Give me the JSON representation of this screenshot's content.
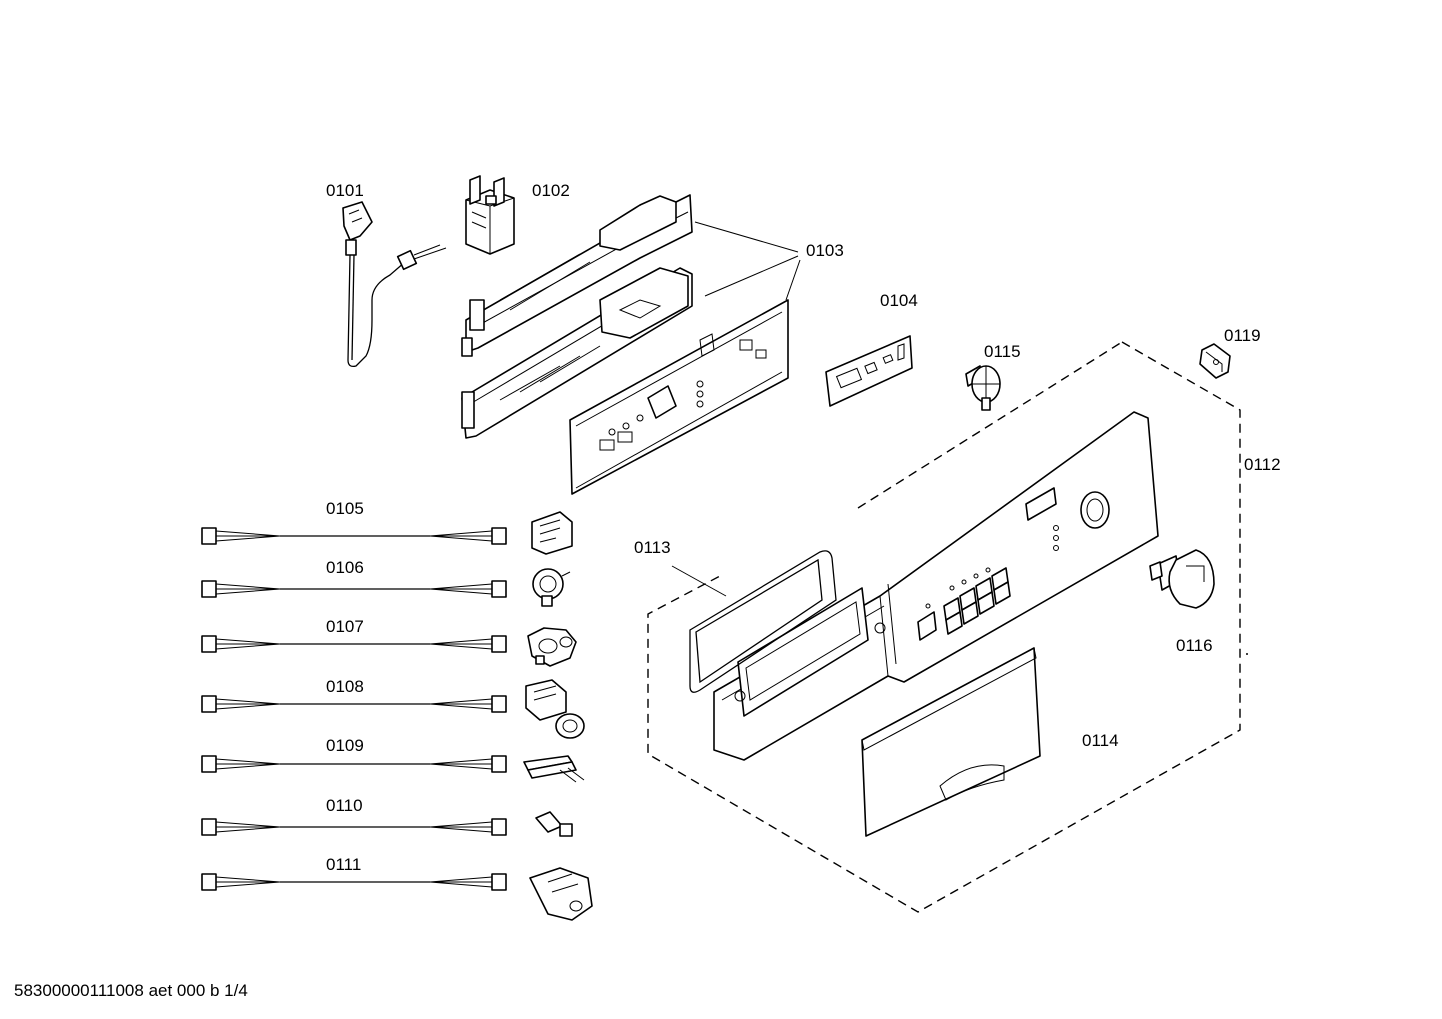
{
  "labels": {
    "p0101": "0101",
    "p0102": "0102",
    "p0103": "0103",
    "p0104": "0104",
    "p0105": "0105",
    "p0106": "0106",
    "p0107": "0107",
    "p0108": "0108",
    "p0109": "0109",
    "p0110": "0110",
    "p0111": "0111",
    "p0112": "0112",
    "p0113": "0113",
    "p0114": "0114",
    "p0115": "0115",
    "p0116": "0116",
    "p0119": "0119"
  },
  "footer": "58300000111008 aet 000 b 1/4"
}
